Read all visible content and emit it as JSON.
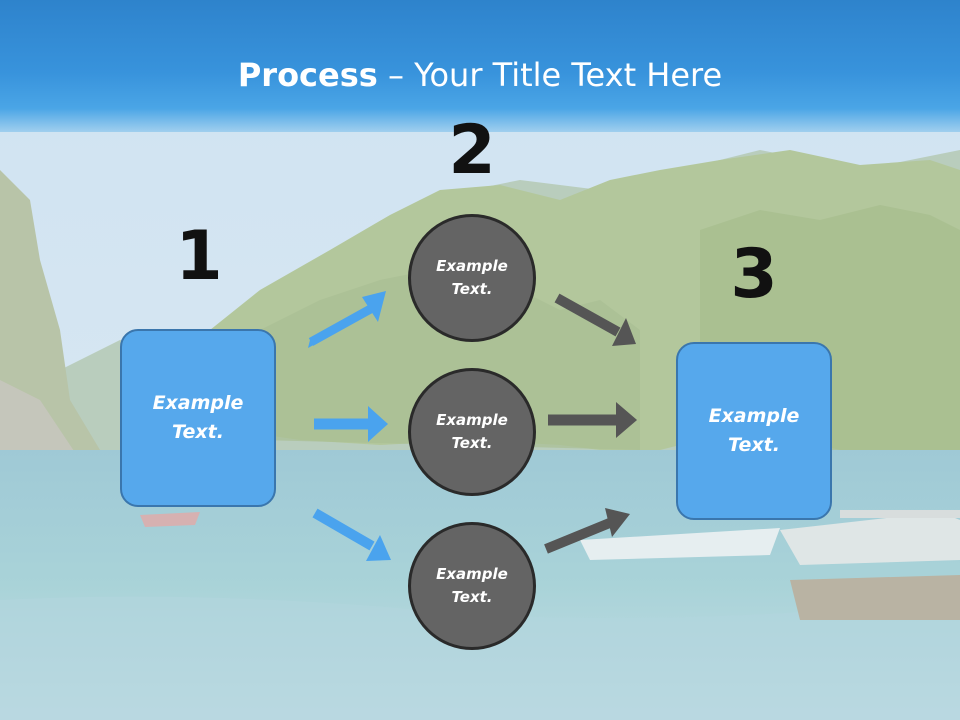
{
  "title": {
    "bold": "Process",
    "rest": " – Your Title Text Here"
  },
  "steps": {
    "one": "1",
    "two": "2",
    "three": "3"
  },
  "left_box": {
    "line1": "Example",
    "line2": "Text."
  },
  "right_box": {
    "line1": "Example",
    "line2": "Text."
  },
  "circles": [
    {
      "line1": "Example",
      "line2": "Text."
    },
    {
      "line1": "Example",
      "line2": "Text."
    },
    {
      "line1": "Example",
      "line2": "Text."
    }
  ],
  "colors": {
    "header": "#3893dc",
    "box_fill": "#56a8ec",
    "box_border": "#3a76ad",
    "circle_fill": "#646464",
    "circle_border": "#2a2a2a",
    "arrow_blue": "#4aa3ee",
    "arrow_gray": "#555555"
  }
}
